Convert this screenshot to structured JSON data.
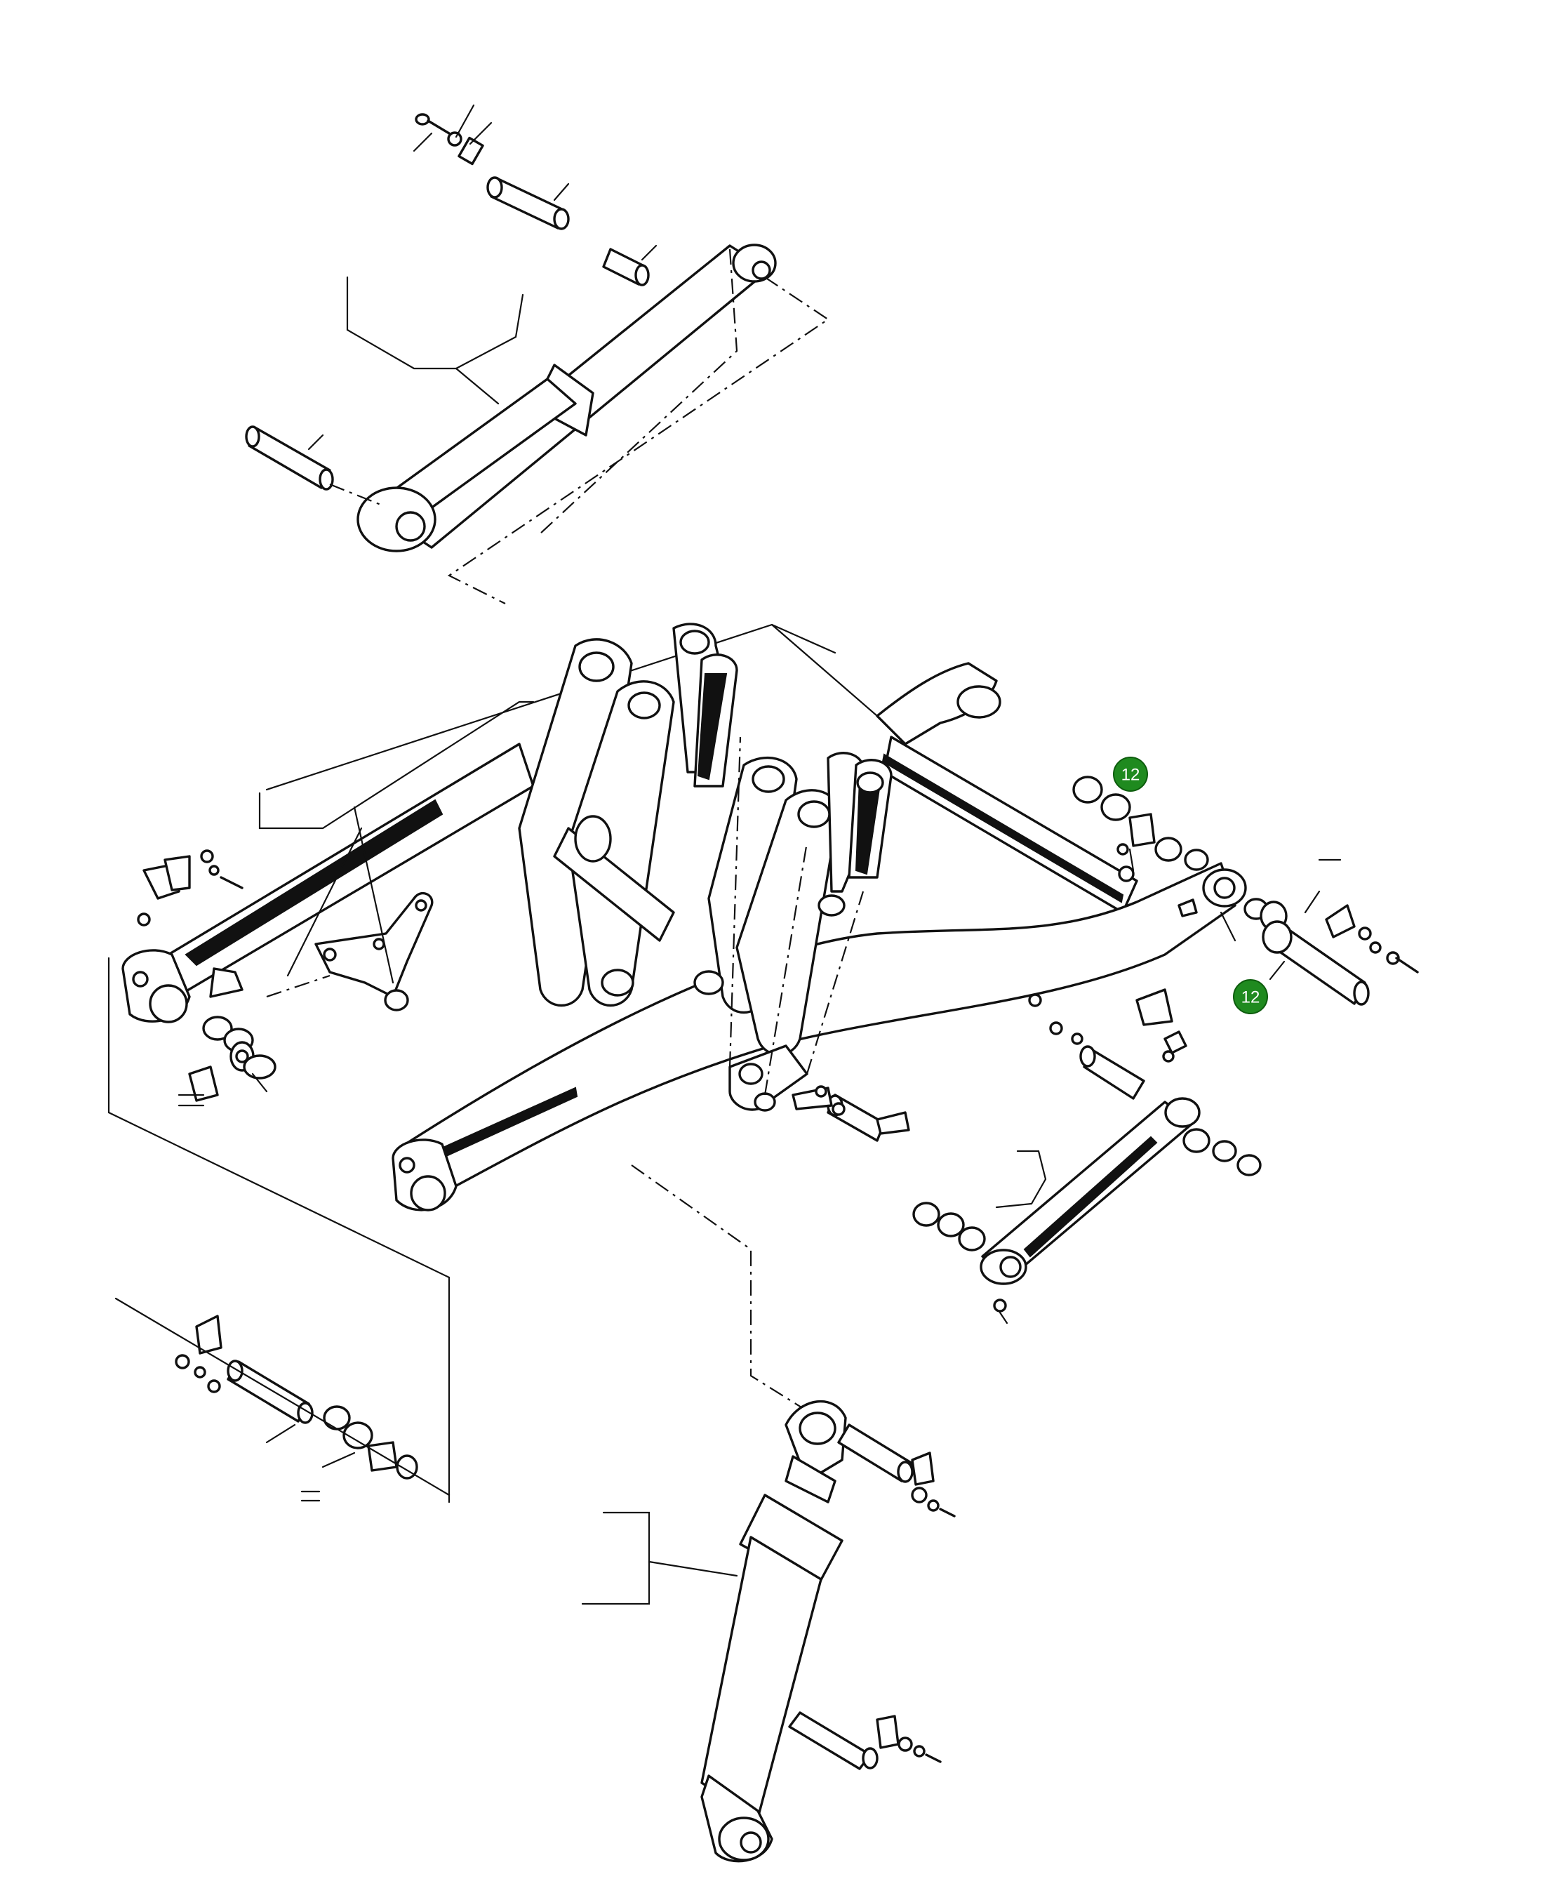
{
  "callouts": [
    {
      "id": "callout-12-upper",
      "label": "12"
    },
    {
      "id": "callout-12-lower",
      "label": "12"
    }
  ],
  "colors": {
    "callout_fill": "#1f8a1f",
    "callout_text": "#ffffff",
    "line_art": "#111111",
    "background": "#ffffff"
  }
}
